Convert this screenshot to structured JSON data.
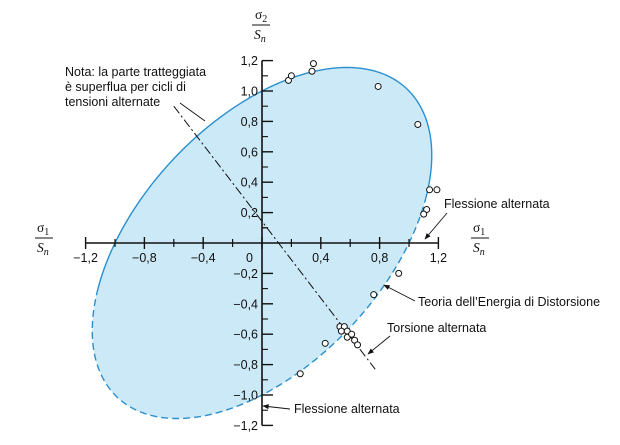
{
  "chart_data": {
    "type": "scatter",
    "x_axis": {
      "label_num": "σ",
      "label_num_sub": "1",
      "label_den": "S",
      "label_den_sub": "n",
      "range": [
        -1.2,
        1.2
      ],
      "ticks": [
        -1.2,
        -0.8,
        -0.4,
        0,
        0.4,
        0.8,
        1.2
      ],
      "tick_labels": [
        "−1,2",
        "−0,8",
        "−0,4",
        "0",
        "0,4",
        "0,8",
        "1,2"
      ]
    },
    "y_axis": {
      "label_num": "σ",
      "label_num_sub": "2",
      "label_den": "S",
      "label_den_sub": "n",
      "range": [
        -1.2,
        1.2
      ],
      "ticks": [
        1.2,
        1.0,
        0.8,
        0.6,
        0.4,
        0.2,
        -0.2,
        -0.4,
        -0.6,
        -0.8,
        -1.0,
        -1.2
      ],
      "tick_labels": [
        "1,2",
        "1,0",
        "0,8",
        "0,6",
        "0,4",
        "0,2",
        "−0,2",
        "−0,4",
        "−0,6",
        "−0,8",
        "−1,0",
        "−1,2"
      ]
    },
    "ellipse": {
      "description_curve": "Distortion energy ellipse x² − xy + y² = 1",
      "fill": "#cce9f7",
      "stroke": "#2a8fcf",
      "solid_from_deg": -45,
      "solid_to_deg": 135
    },
    "pure_shear_line": {
      "from": [
        -0.6,
        0.9
      ],
      "to": [
        0.77,
        -0.83
      ]
    },
    "points": [
      [
        0.18,
        1.07
      ],
      [
        0.2,
        1.1
      ],
      [
        0.34,
        1.13
      ],
      [
        0.35,
        1.18
      ],
      [
        0.79,
        1.03
      ],
      [
        1.06,
        0.78
      ],
      [
        1.14,
        0.35
      ],
      [
        1.19,
        0.35
      ],
      [
        1.12,
        0.22
      ],
      [
        1.1,
        0.19
      ],
      [
        0.93,
        -0.2
      ],
      [
        0.76,
        -0.34
      ],
      [
        0.53,
        -0.55
      ],
      [
        0.56,
        -0.55
      ],
      [
        0.54,
        -0.58
      ],
      [
        0.58,
        -0.58
      ],
      [
        0.58,
        -0.62
      ],
      [
        0.61,
        -0.6
      ],
      [
        0.63,
        -0.64
      ],
      [
        0.65,
        -0.67
      ],
      [
        0.43,
        -0.66
      ],
      [
        0.26,
        -0.86
      ]
    ],
    "annotations": [
      {
        "key": "nota",
        "lines": [
          "Nota: la parte tratteggiata",
          "è superflua per cicli di",
          "tensioni alternate"
        ]
      },
      {
        "key": "flex_right",
        "lines": [
          "Flessione alternata"
        ]
      },
      {
        "key": "distortion",
        "lines": [
          "Teoria dell’Energia di Distorsione"
        ]
      },
      {
        "key": "torsion",
        "lines": [
          "Torsione alternata"
        ]
      },
      {
        "key": "flex_bottom",
        "lines": [
          "Flessione alternata"
        ]
      }
    ],
    "colors": {
      "fill": "#cce9f7",
      "curve": "#2a8fcf",
      "ink": "#111111"
    }
  }
}
